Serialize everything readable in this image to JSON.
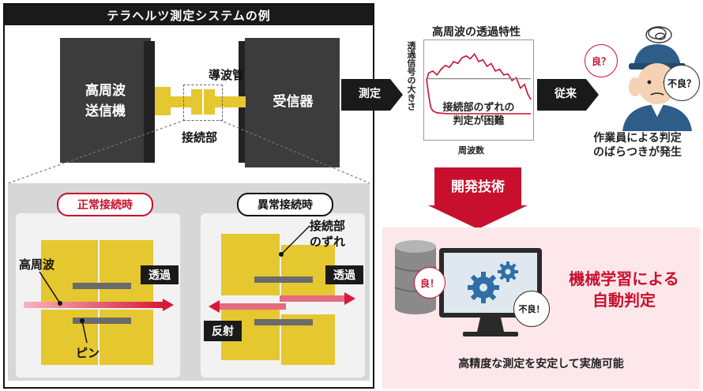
{
  "left": {
    "title": "テラヘルツ測定システムの例",
    "transmitter": [
      "高周波",
      "送信機"
    ],
    "receiver": "受信器",
    "waveguide": "導波管",
    "connection": "接続部",
    "normal_label": "正常接続時",
    "abnormal_label": "異常接続時",
    "high_freq": "高周波",
    "pass1": "透過",
    "pass2": "透過",
    "reflect": "反射",
    "pin": "ピン",
    "misalign": [
      "接続部",
      "のずれ"
    ]
  },
  "measure_label": "測定",
  "conventional_label": "従来",
  "chart": {
    "title": "高周波の透過特性",
    "ylabel": "透過信号の大きさ",
    "xlabel": "周波数",
    "annotation": [
      "接続部のずれの",
      "判定が困難"
    ]
  },
  "chart_data": {
    "type": "line",
    "title": "高周波の透過特性",
    "xlabel": "周波数",
    "ylabel": "透過信号の大きさ",
    "xlim": [
      0,
      100
    ],
    "ylim": [
      0,
      100
    ],
    "grid": false,
    "series": [
      {
        "x": [
          0,
          2,
          6,
          10,
          14,
          18,
          22,
          26,
          30,
          34,
          38,
          42,
          46,
          50,
          54,
          58,
          62,
          66,
          70,
          74,
          78,
          82,
          86,
          90,
          94,
          97,
          100
        ],
        "y": [
          60,
          68,
          70,
          66,
          72,
          76,
          74,
          80,
          78,
          84,
          86,
          83,
          88,
          80,
          82,
          75,
          78,
          70,
          72,
          66,
          67,
          60,
          63,
          52,
          56,
          46,
          40
        ]
      },
      {
        "x": [
          0,
          100
        ],
        "y": [
          62,
          62
        ]
      },
      {
        "x": [
          0,
          2,
          4,
          6,
          10,
          20,
          40,
          60,
          100
        ],
        "y": [
          62,
          45,
          32,
          28,
          26,
          25,
          25,
          25,
          25
        ]
      }
    ]
  },
  "worker": {
    "bubble_good": "良？",
    "bubble_bad": "不良？",
    "caption": [
      "作業員による判定",
      "のばらつきが発生"
    ]
  },
  "dev": {
    "banner": "開発技術",
    "title": [
      "機械学習による",
      "自動判定"
    ],
    "bubble_good": "良！",
    "bubble_bad": "不良！",
    "caption": "高精度な測定を安定して実施可能"
  },
  "colors": {
    "accent": "#c8102e",
    "gold": "#e5c72f",
    "dark": "#1a1a1a",
    "pink": "#fde7ea"
  }
}
